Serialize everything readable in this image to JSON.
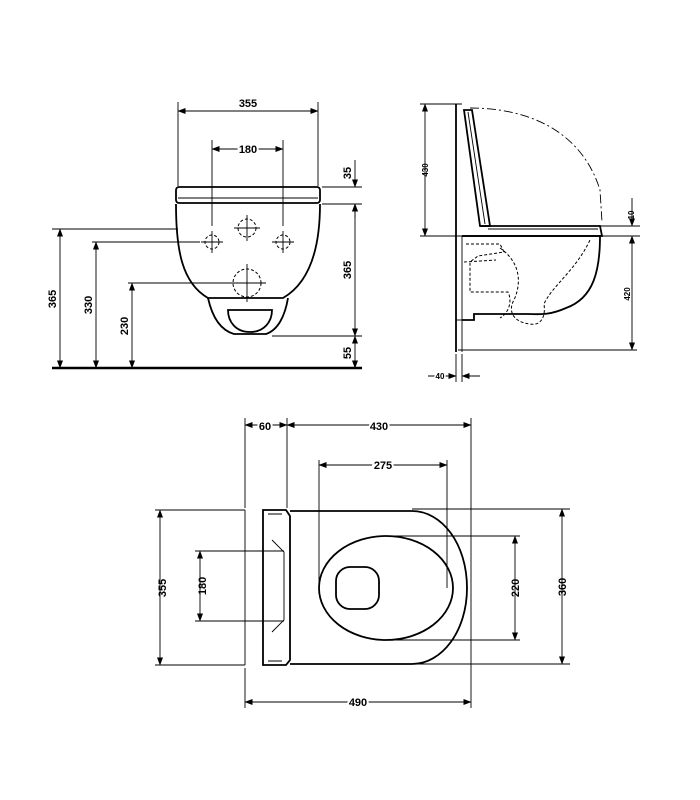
{
  "front_view": {
    "width_total": "355",
    "hole_spacing": "180",
    "seat_thickness": "35",
    "bowl_height": "365",
    "floor_gap": "55",
    "height_seat": "365",
    "height_upper_holes": "330",
    "height_outlet": "230"
  },
  "side_view": {
    "lid_height": "430",
    "seat_offset": "10",
    "rim_height": "420",
    "wall_offset": "40"
  },
  "top_view": {
    "seat_hinge_depth": "60",
    "bowl_depth": "430",
    "opening_length": "275",
    "hole_spacing": "180",
    "width_wall": "355",
    "opening_width": "220",
    "width_total": "360",
    "length_total": "490"
  }
}
